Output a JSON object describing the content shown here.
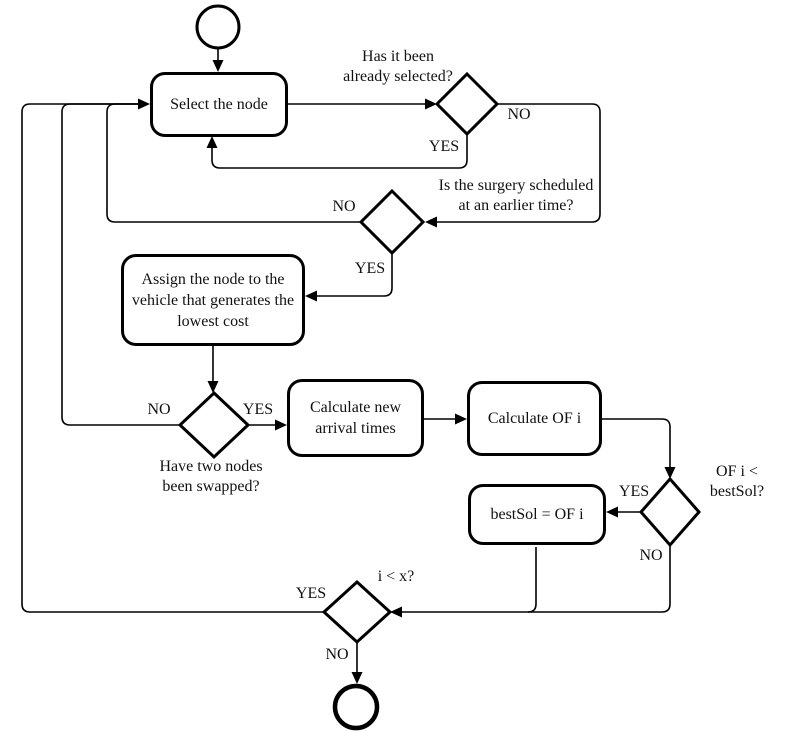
{
  "diagram": {
    "type": "flowchart",
    "colors": {
      "line": "#000000",
      "background": "#ffffff"
    },
    "nodes": {
      "select_node": "Select the node",
      "assign_node": "Assign the node to the\nvehicle that generates the\nlowest cost",
      "calc_arrival": "Calculate new\narrival times",
      "calc_of": "Calculate OF i",
      "best_sol": "bestSol = OF i"
    },
    "decisions": {
      "already_selected": "Has it been\nalready selected?",
      "surgery_earlier": "Is the surgery scheduled\nat an earlier time?",
      "nodes_swapped": "Have two nodes\nbeen swapped?",
      "of_less_bestsol": "OF i < bestSol?",
      "i_less_x": "i < x?"
    },
    "edge_labels": {
      "already_selected_no": "NO",
      "already_selected_yes": "YES",
      "surgery_earlier_no": "NO",
      "surgery_earlier_yes": "YES",
      "nodes_swapped_no": "NO",
      "nodes_swapped_yes": "YES",
      "of_less_bestsol_yes": "YES",
      "of_less_bestsol_no": "NO",
      "i_less_x_yes": "YES",
      "i_less_x_no": "NO"
    }
  }
}
